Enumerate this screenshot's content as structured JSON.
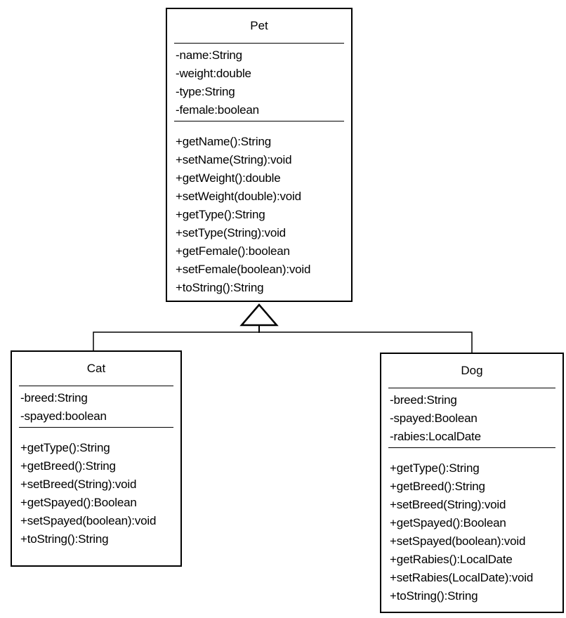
{
  "diagram": {
    "kind": "uml-class-diagram",
    "colors": {
      "line": "#000000",
      "text": "#000000",
      "background": "#ffffff",
      "box_fill": "#ffffff"
    },
    "classes": [
      {
        "name": "Pet",
        "attributes": [
          "-name:String",
          "-weight:double",
          "-type:String",
          "-female:boolean"
        ],
        "methods": [
          "+getName():String",
          "+setName(String):void",
          "+getWeight():double",
          "+setWeight(double):void",
          "+getType():String",
          "+setType(String):void",
          "+getFemale():boolean",
          "+setFemale(boolean):void",
          "+toString():String"
        ]
      },
      {
        "name": "Cat",
        "attributes": [
          "-breed:String",
          "-spayed:boolean"
        ],
        "methods": [
          "+getType():String",
          "+getBreed():String",
          "+setBreed(String):void",
          "+getSpayed():Boolean",
          "+setSpayed(boolean):void",
          "+toString():String"
        ]
      },
      {
        "name": "Dog",
        "attributes": [
          "-breed:String",
          "-spayed:Boolean",
          "-rabies:LocalDate"
        ],
        "methods": [
          "+getType():String",
          "+getBreed():String",
          "+setBreed(String):void",
          "+getSpayed():Boolean",
          "+setSpayed(boolean):void",
          "+getRabies():LocalDate",
          "+setRabies(LocalDate):void",
          "+toString():String"
        ]
      }
    ],
    "relationships": [
      {
        "type": "inheritance",
        "from": "Cat",
        "to": "Pet"
      },
      {
        "type": "inheritance",
        "from": "Dog",
        "to": "Pet"
      }
    ]
  }
}
